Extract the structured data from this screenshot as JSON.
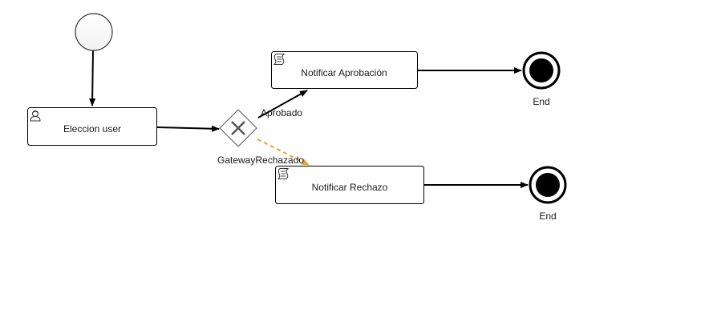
{
  "diagram": {
    "start_event": {},
    "tasks": {
      "eleccion": {
        "label": "Eleccion user",
        "kind": "user-task"
      },
      "aprobacion": {
        "label": "Notificar Aprobación",
        "kind": "script-task"
      },
      "rechazo": {
        "label": "Notificar Rechazo",
        "kind": "script-task"
      }
    },
    "gateway": {
      "label": "GatewayRechazado",
      "kind": "exclusive"
    },
    "end_events": {
      "end1": {
        "label": "End"
      },
      "end2": {
        "label": "End"
      }
    },
    "flows": {
      "aprobado": {
        "label": "Aprobado",
        "color": "#000000"
      },
      "rechazado": {
        "label": "",
        "color": "#f0a030",
        "style": "dashed"
      }
    },
    "colors": {
      "stroke": "#000000",
      "task_fill": "#ffffff",
      "gateway_mark": "#555555",
      "selected_flow": "#f0a030"
    }
  }
}
